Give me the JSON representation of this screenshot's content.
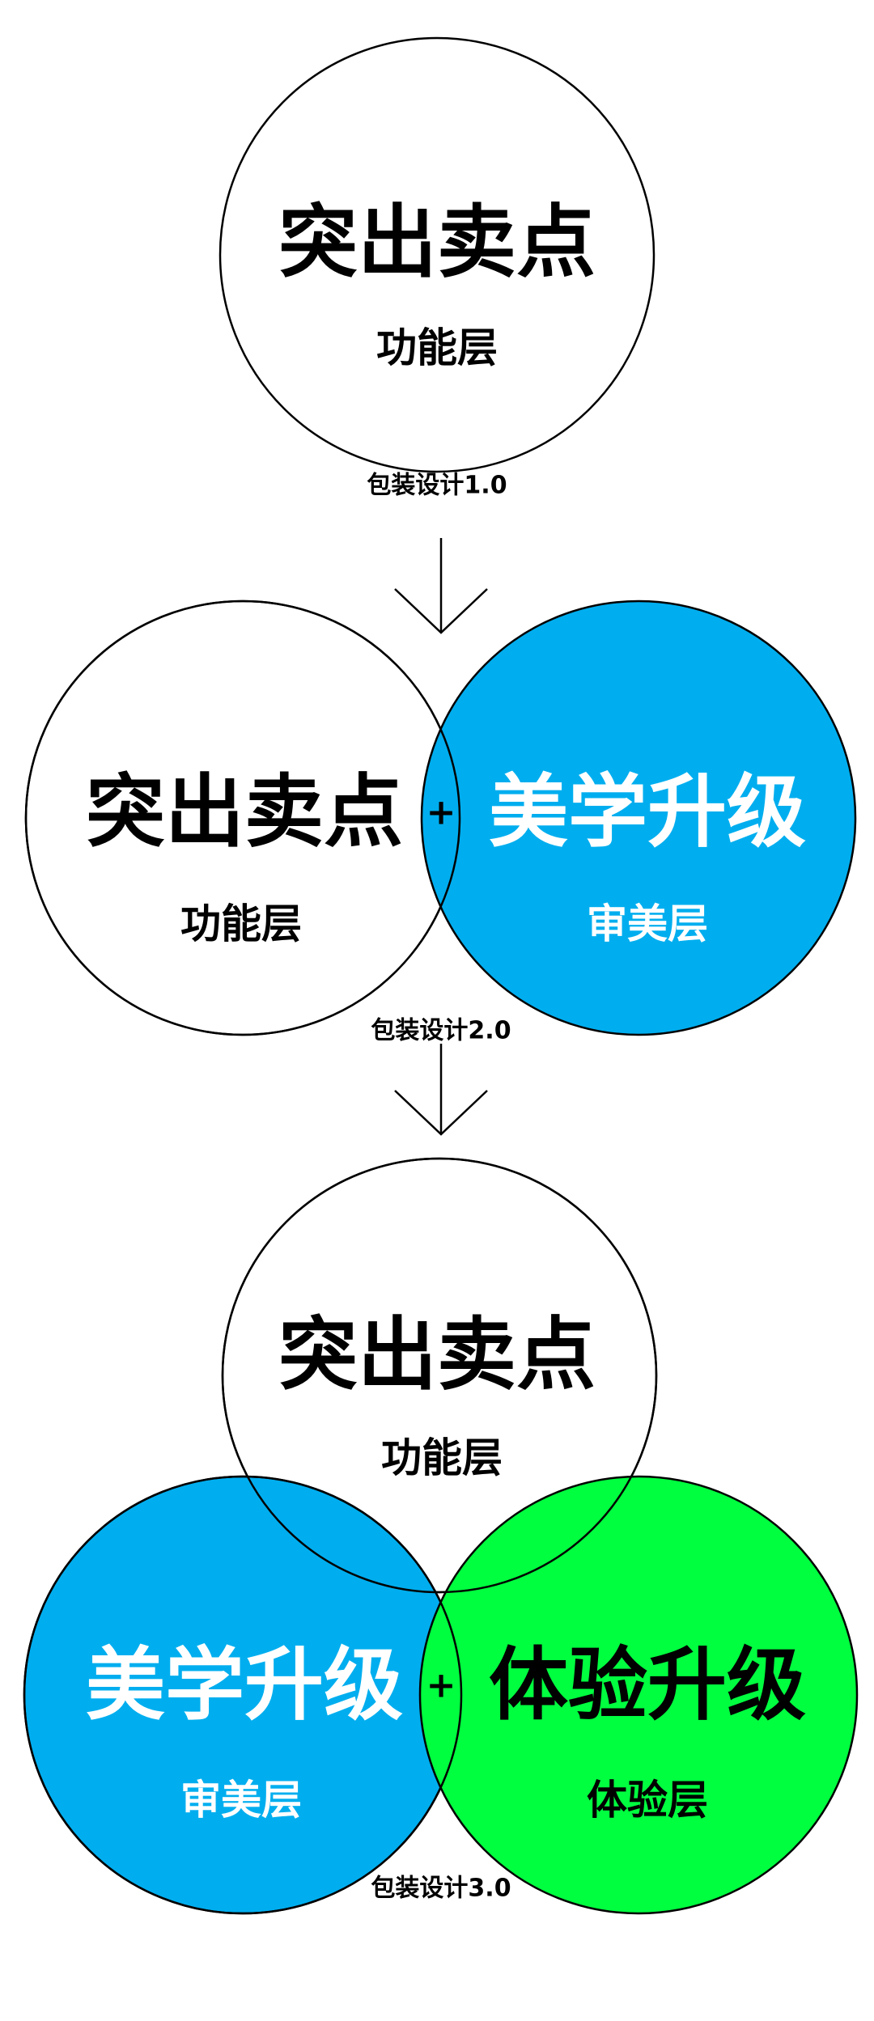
{
  "colors": {
    "aesthetic": "#00AEEF",
    "experience": "#00FF3F",
    "function": "#FFFFFF",
    "text_dark": "#000000",
    "text_light": "#FFFFFF"
  },
  "stage1": {
    "title": "突出卖点",
    "layer": "功能层",
    "caption": "包装设计1.0"
  },
  "stage2": {
    "left_title": "突出卖点",
    "left_layer": "功能层",
    "right_title": "美学升级",
    "right_layer": "审美层",
    "plus": "+",
    "caption": "包装设计2.0"
  },
  "stage3": {
    "top_title": "突出卖点",
    "top_layer": "功能层",
    "left_title": "美学升级",
    "left_layer": "审美层",
    "right_title": "体验升级",
    "right_layer": "体验层",
    "plus": "+",
    "caption": "包装设计3.0"
  }
}
